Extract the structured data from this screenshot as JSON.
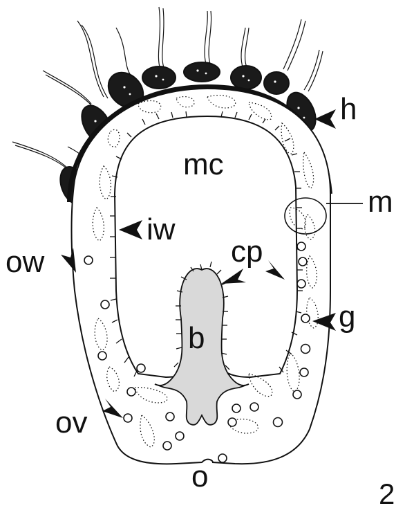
{
  "figure": {
    "number": "2",
    "labels": {
      "h": "h",
      "mc": "mc",
      "m": "m",
      "iw": "iw",
      "ow": "ow",
      "cp": "cp",
      "g": "g",
      "b": "b",
      "ov": "ov",
      "o": "o"
    }
  },
  "colors": {
    "ink": "#111111",
    "stipple": "#d9d9d9",
    "background": "#ffffff"
  }
}
